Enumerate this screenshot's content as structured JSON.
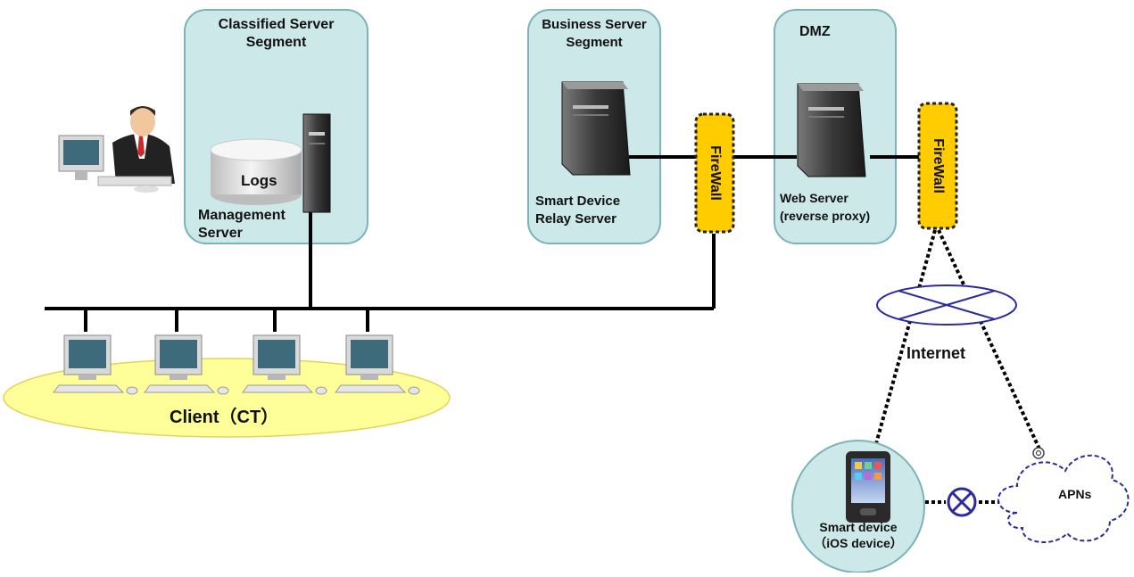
{
  "segments": {
    "classified": {
      "title_line1": "Classified Server",
      "title_line2": "Segment"
    },
    "business": {
      "title_line1": "Business Server",
      "title_line2": "Segment"
    },
    "dmz": {
      "title": "DMZ"
    }
  },
  "nodes": {
    "logs": "Logs",
    "management_server": {
      "line1": "Management",
      "line2": "Server"
    },
    "relay_server": {
      "line1": "Smart Device",
      "line2": "Relay Server"
    },
    "web_server": {
      "line1": "Web Server",
      "line2": "(reverse proxy)"
    },
    "firewall_1": "FireWall",
    "firewall_2": "FireWall",
    "internet": "Internet",
    "client": "Client（CT）",
    "smart_device": {
      "line1": "Smart device",
      "line2": "（iOS device）"
    },
    "apns": "APNs"
  },
  "colors": {
    "segment_fill": "#cde8e8",
    "segment_border": "#7ab3b8",
    "firewall_fill": "#ffcc00",
    "client_zone_fill": "#ffff99",
    "internet_stroke": "#2b2b9e",
    "line": "#000000"
  }
}
